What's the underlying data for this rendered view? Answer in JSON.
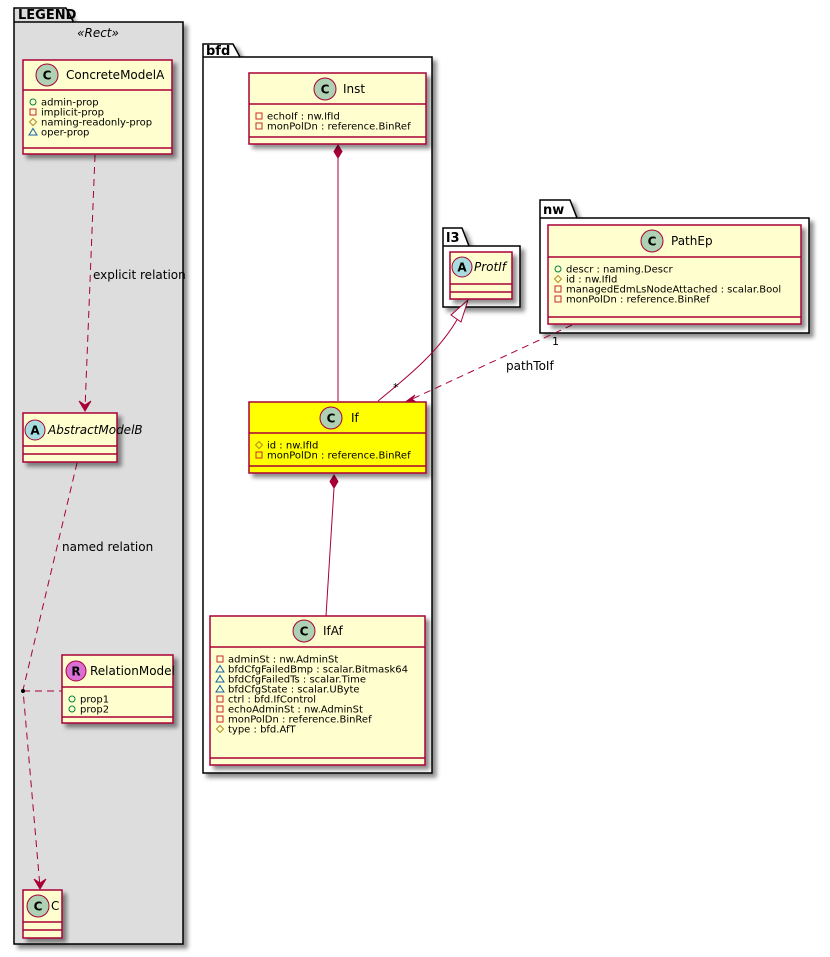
{
  "diagram": {
    "type": "uml-class-diagram",
    "colors": {
      "class_fill": "#FEFECE",
      "class_border": "#A80036",
      "highlight_fill": "#FFFF00",
      "legend_fill": "#DDDDDD",
      "package_fill": "#FFFFFF",
      "class_icon": "#ADD1B2",
      "abstract_icon": "#A9DCDF",
      "relation_icon": "#DA70D6",
      "relation_line": "#A80036"
    },
    "visibility_icons": {
      "public": "circle-icon",
      "private": "square-icon",
      "protected": "diamond-icon",
      "package": "triangle-icon"
    }
  },
  "packages": {
    "legend": {
      "name": "LEGEND",
      "stereotype": "«Rect»",
      "classes": {
        "concrete": {
          "kind": "C",
          "name": "ConcreteModelA",
          "attributes": [
            {
              "vis": "public",
              "text": "admin-prop"
            },
            {
              "vis": "private",
              "text": "implicit-prop"
            },
            {
              "vis": "protected",
              "text": "naming-readonly-prop"
            },
            {
              "vis": "package",
              "text": "oper-prop"
            }
          ]
        },
        "abstract": {
          "kind": "A",
          "name": "AbstractModelB",
          "attributes": []
        },
        "relation": {
          "kind": "R",
          "name": "RelationModel",
          "attributes": [
            {
              "vis": "public",
              "text": "prop1"
            },
            {
              "vis": "public",
              "text": "prop2"
            }
          ]
        },
        "c": {
          "kind": "C",
          "name": "C",
          "attributes": []
        }
      },
      "relations": {
        "explicit": "explicit relation",
        "named": "named relation"
      }
    },
    "bfd": {
      "name": "bfd",
      "classes": {
        "inst": {
          "kind": "C",
          "name": "Inst",
          "attributes": [
            {
              "vis": "private",
              "text": "echoIf : nw.IfId"
            },
            {
              "vis": "private",
              "text": "monPolDn : reference.BinRef"
            }
          ]
        },
        "if": {
          "kind": "C",
          "name": "If",
          "highlighted": true,
          "attributes": [
            {
              "vis": "protected",
              "text": "id : nw.IfId"
            },
            {
              "vis": "private",
              "text": "monPolDn : reference.BinRef"
            }
          ]
        },
        "ifaf": {
          "kind": "C",
          "name": "IfAf",
          "attributes": [
            {
              "vis": "private",
              "text": "adminSt : nw.AdminSt"
            },
            {
              "vis": "package",
              "text": "bfdCfgFailedBmp : scalar.Bitmask64"
            },
            {
              "vis": "package",
              "text": "bfdCfgFailedTs : scalar.Time"
            },
            {
              "vis": "package",
              "text": "bfdCfgState : scalar.UByte"
            },
            {
              "vis": "private",
              "text": "ctrl : bfd.IfControl"
            },
            {
              "vis": "private",
              "text": "echoAdminSt : nw.AdminSt"
            },
            {
              "vis": "private",
              "text": "monPolDn : reference.BinRef"
            },
            {
              "vis": "protected",
              "text": "type : bfd.AfT"
            }
          ]
        }
      }
    },
    "l3": {
      "name": "l3",
      "classes": {
        "protif": {
          "kind": "A",
          "name": "ProtIf",
          "attributes": []
        }
      }
    },
    "nw": {
      "name": "nw",
      "classes": {
        "pathep": {
          "kind": "C",
          "name": "PathEp",
          "attributes": [
            {
              "vis": "public",
              "text": "descr : naming.Descr"
            },
            {
              "vis": "protected",
              "text": "id : nw.IfId"
            },
            {
              "vis": "private",
              "text": "managedEdmLsNodeAttached : scalar.Bool"
            },
            {
              "vis": "private",
              "text": "monPolDn : reference.BinRef"
            }
          ]
        }
      }
    }
  },
  "relations": {
    "inst_if": {
      "type": "composition",
      "from": "Inst",
      "to": "If"
    },
    "if_ifaf": {
      "type": "composition",
      "from": "If",
      "to": "IfAf"
    },
    "if_protif": {
      "type": "generalization",
      "from": "If",
      "to": "ProtIf"
    },
    "pathep_if": {
      "type": "dependency",
      "from": "PathEp",
      "to": "If",
      "label": "pathToIf",
      "from_mult": "1",
      "to_mult": "*"
    }
  }
}
